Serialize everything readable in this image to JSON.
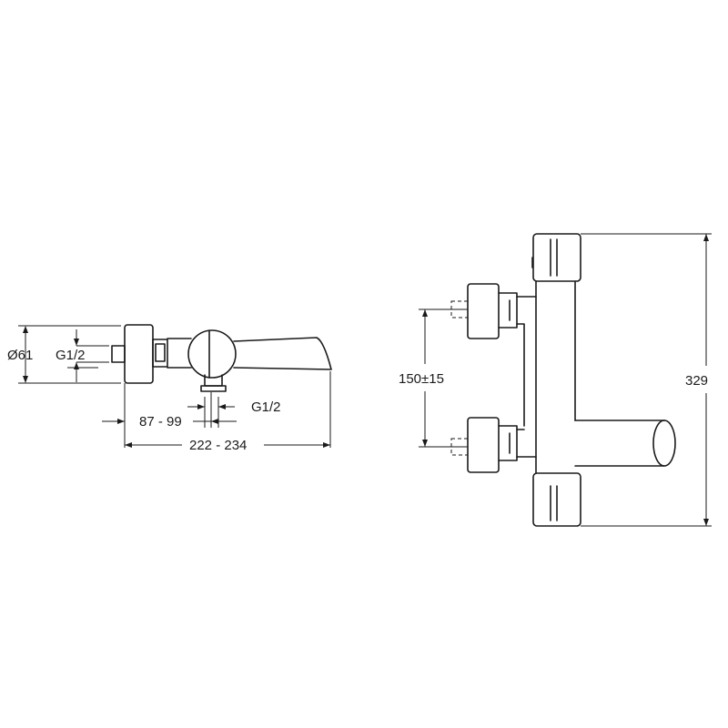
{
  "dimensions": {
    "diameter": "Ø61",
    "thread_side": "G1/2",
    "thread_bottom": "G1/2",
    "offset_range": "87 - 99",
    "total_length": "222 - 234",
    "center_distance": "150±15",
    "total_height": "329"
  },
  "colors": {
    "line": "#1a1a1a",
    "background": "#ffffff"
  }
}
